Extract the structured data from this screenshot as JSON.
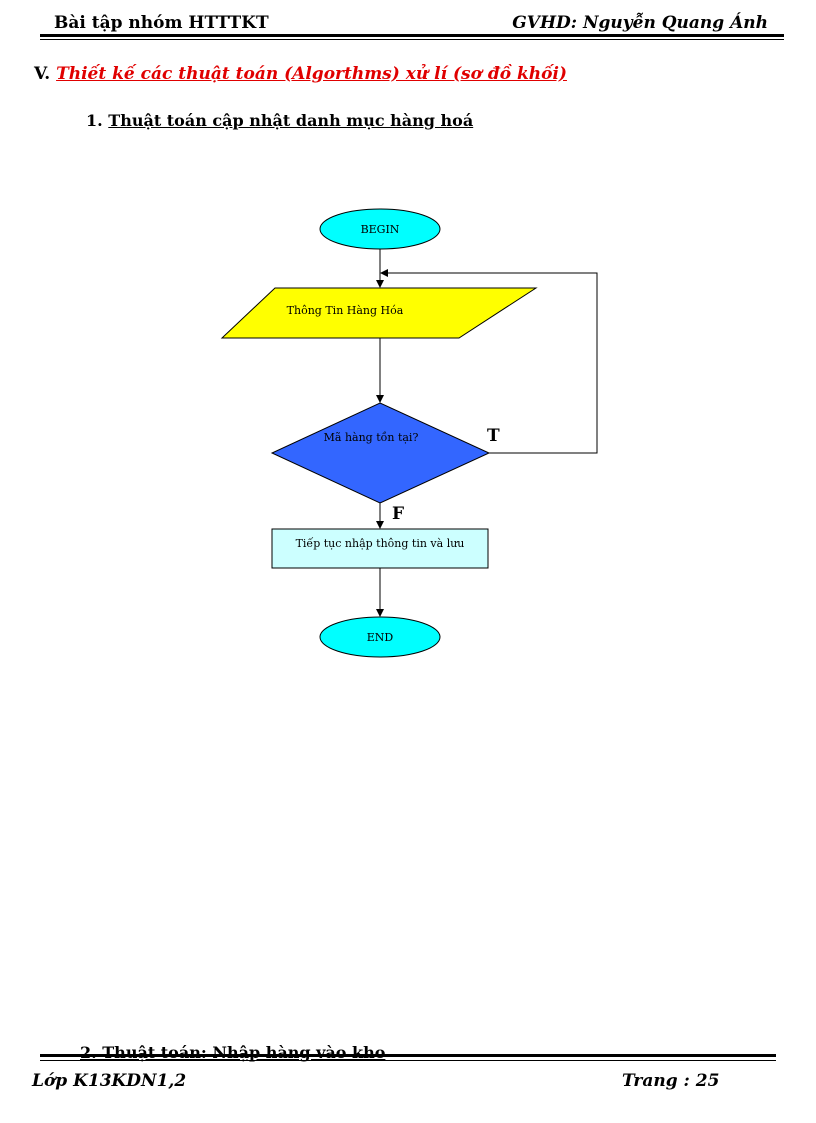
{
  "header": {
    "left": "Bài tập nhóm HTTTKT",
    "right": "GVHD: Nguyễn Quang  Ánh"
  },
  "section": {
    "number": "V.",
    "title": "Thiết kế các thuật toán (Algorthms) xử lí (sơ đồ khối)"
  },
  "subsection": {
    "number": "1.",
    "title": "Thuật toán cập nhật danh mục hàng hoá"
  },
  "flowchart": {
    "begin": "BEGIN",
    "input": "Thông Tin Hàng Hóa",
    "decision": "Mã hàng tồn tại?",
    "true_label": "T",
    "false_label": "F",
    "process": "Tiếp tục nhập thông tin và lưu",
    "end": "END",
    "colors": {
      "terminal": "#00ffff",
      "input": "#ffff00",
      "decision": "#3366ff",
      "process": "#ccffff"
    }
  },
  "footer": {
    "next_subsection": "2. Thuật toán: Nhập hàng vào kho",
    "class": "Lớp K13KDN1,2",
    "page": "Trang : 25"
  }
}
